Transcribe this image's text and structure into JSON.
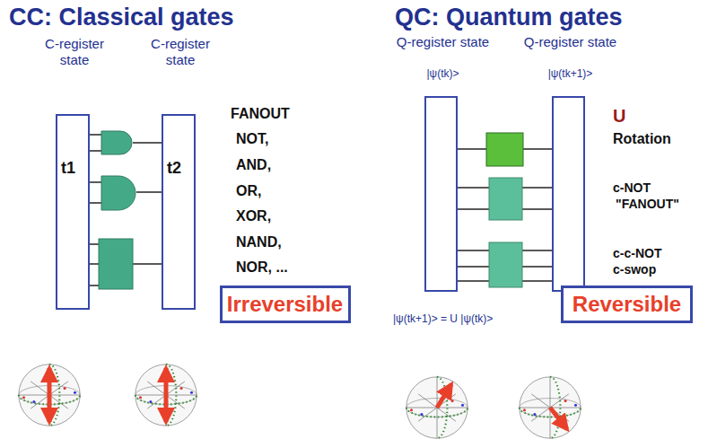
{
  "diagram": {
    "nodes": [
      {
        "text": [
          "C-register state",
          "t1"
        ]
      },
      {
        "text": [
          "C-register state",
          "t2"
        ]
      },
      {
        "text": [
          "Irreversible"
        ]
      },
      {
        "text": [
          "Q-register state",
          "|ψ(tk)>"
        ]
      },
      {
        "text": [
          "Q-register state",
          "|ψ(tk+1)>"
        ]
      },
      {
        "text": [
          "Reversible"
        ]
      }
    ],
    "labels": [
      "CC: Classical gates",
      "QC: Quantum gates",
      "FANOUT",
      "NOT,",
      "AND,",
      "OR,",
      "XOR,",
      "NAND,",
      "NOR, ...",
      "U",
      "Rotation",
      "c-NOT",
      "\"FANOUT\"",
      "c-c-NOT",
      "c-swop",
      "|ψ(tk+1)> = U |ψ(tk)>"
    ]
  }
}
